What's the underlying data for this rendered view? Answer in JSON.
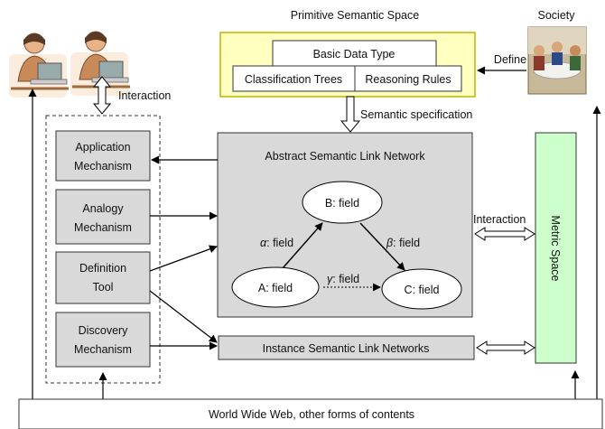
{
  "primitive_space": {
    "title": "Primitive Semantic Space",
    "basic_data_type": "Basic Data Type",
    "classification_trees": "Classification Trees",
    "reasoning_rules": "Reasoning Rules"
  },
  "society": {
    "label": "Society",
    "define_label": "Define"
  },
  "interaction_top": "Interaction",
  "semantic_spec": "Semantic specification",
  "mechanisms": [
    {
      "line1": "Application",
      "line2": "Mechanism"
    },
    {
      "line1": "Analogy",
      "line2": "Mechanism"
    },
    {
      "line1": "Definition",
      "line2": "Tool"
    },
    {
      "line1": "Discovery",
      "line2": "Mechanism"
    }
  ],
  "asln": {
    "title": "Abstract Semantic Link Network",
    "node_a": "A: field",
    "node_b": "B: field",
    "node_c": "C: field",
    "edge_alpha_sym": "α",
    "edge_alpha_text": ": field",
    "edge_beta_sym": "β",
    "edge_beta_text": ": field",
    "edge_gamma_sym": "γ",
    "edge_gamma_text": ": field"
  },
  "interaction_right": "Interaction",
  "instance_networks": "Instance Semantic Link Networks",
  "metric_space": "Metric Space",
  "web": "World Wide Web, other forms of contents",
  "colors": {
    "yellow_fill": "#ffffc0",
    "yellow_stroke": "#b8b800",
    "gray_fill": "#d9d9d9",
    "green_fill": "#ccffcc",
    "arrow": "#000000"
  }
}
